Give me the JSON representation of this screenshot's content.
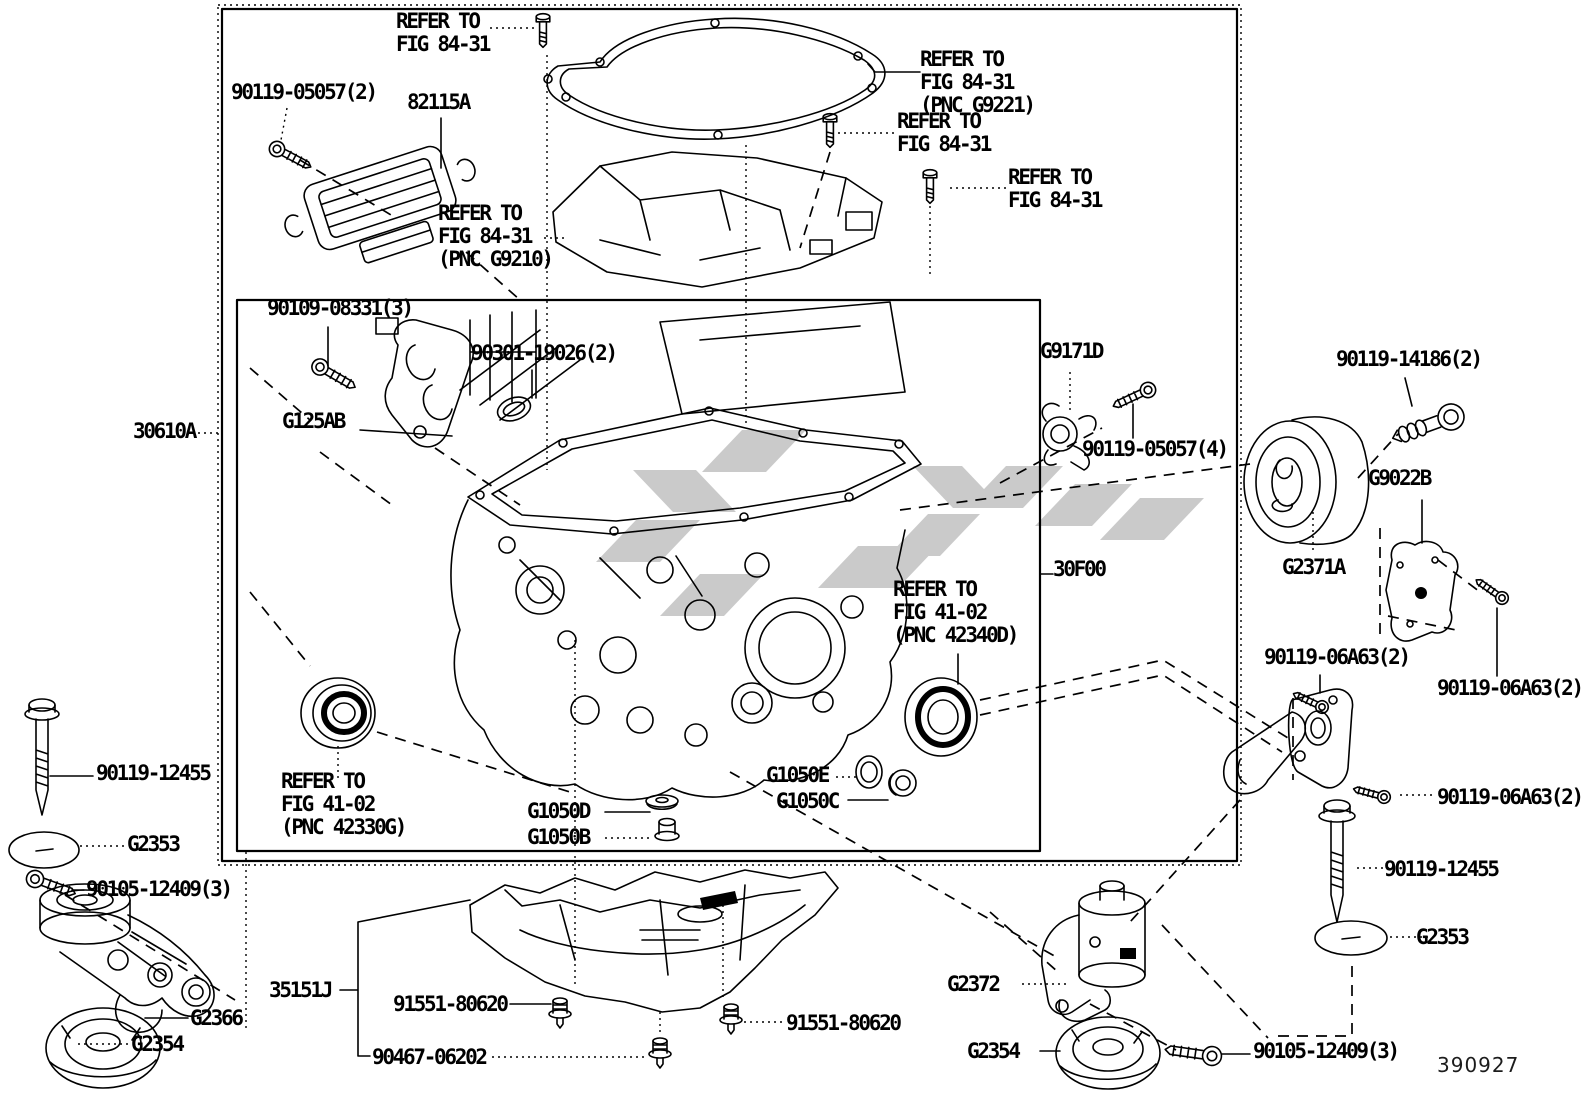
{
  "page": {
    "background": "#ffffff",
    "line_color": "#000000",
    "watermark_color": "#cacaca",
    "drawing_number": "390927"
  },
  "callouts": [
    {
      "id": "refer-fig8431-top",
      "text": "REFER TO\nFIG 84-31"
    },
    {
      "id": "pn-90119-05057-2",
      "text": "90119-05057(2)"
    },
    {
      "id": "pn-82115a",
      "text": "82115A"
    },
    {
      "id": "refer-fig8431-g9221",
      "text": "REFER TO\nFIG 84-31\n(PNC G9221)"
    },
    {
      "id": "refer-fig8431-mid",
      "text": "REFER TO\nFIG 84-31"
    },
    {
      "id": "refer-fig8431-right",
      "text": "REFER TO\nFIG 84-31"
    },
    {
      "id": "refer-fig8431-g9210",
      "text": "REFER TO\nFIG 84-31\n(PNC G9210)"
    },
    {
      "id": "pn-90109-08331-3",
      "text": "90109-08331(3)"
    },
    {
      "id": "pn-90301-19026-2",
      "text": "90301-19026(2)"
    },
    {
      "id": "pn-g9171d",
      "text": "G9171D"
    },
    {
      "id": "pn-90119-14186-2",
      "text": "90119-14186(2)"
    },
    {
      "id": "pn-30610a",
      "text": "30610A"
    },
    {
      "id": "pn-g125ab",
      "text": "G125AB"
    },
    {
      "id": "pn-90119-05057-4",
      "text": "90119-05057(4)"
    },
    {
      "id": "pn-g9022b",
      "text": "G9022B"
    },
    {
      "id": "pn-30f00",
      "text": "30F00"
    },
    {
      "id": "pn-g2371a",
      "text": "G2371A"
    },
    {
      "id": "refer-fig4102-42340d",
      "text": "REFER TO\nFIG 41-02\n(PNC 42340D)"
    },
    {
      "id": "pn-90119-06a63-2-a",
      "text": "90119-06A63(2)"
    },
    {
      "id": "pn-90119-06a63-2-b",
      "text": "90119-06A63(2)"
    },
    {
      "id": "pn-90119-06a63-2-c",
      "text": "90119-06A63(2)"
    },
    {
      "id": "pn-90119-12455-left",
      "text": "90119-12455"
    },
    {
      "id": "pn-g2353-left",
      "text": "G2353"
    },
    {
      "id": "refer-fig4102-42330g",
      "text": "REFER TO\nFIG 41-02\n(PNC 42330G)"
    },
    {
      "id": "pn-g1050d",
      "text": "G1050D"
    },
    {
      "id": "pn-g1050b",
      "text": "G1050B"
    },
    {
      "id": "pn-g1050e",
      "text": "G1050E"
    },
    {
      "id": "pn-g1050c",
      "text": "G1050C"
    },
    {
      "id": "pn-90105-12409-3-left",
      "text": "90105-12409(3)"
    },
    {
      "id": "pn-g2366",
      "text": "G2366"
    },
    {
      "id": "pn-g2354-left",
      "text": "G2354"
    },
    {
      "id": "pn-35151j",
      "text": "35151J"
    },
    {
      "id": "pn-91551-80620-left",
      "text": "91551-80620"
    },
    {
      "id": "pn-91551-80620-right",
      "text": "91551-80620"
    },
    {
      "id": "pn-90467-06202",
      "text": "90467-06202"
    },
    {
      "id": "pn-g2372",
      "text": "G2372"
    },
    {
      "id": "pn-g2354-right",
      "text": "G2354"
    },
    {
      "id": "pn-90105-12409-3-right",
      "text": "90105-12409(3)"
    },
    {
      "id": "pn-90119-12455-right",
      "text": "90119-12455"
    },
    {
      "id": "pn-g2353-right",
      "text": "G2353"
    }
  ]
}
